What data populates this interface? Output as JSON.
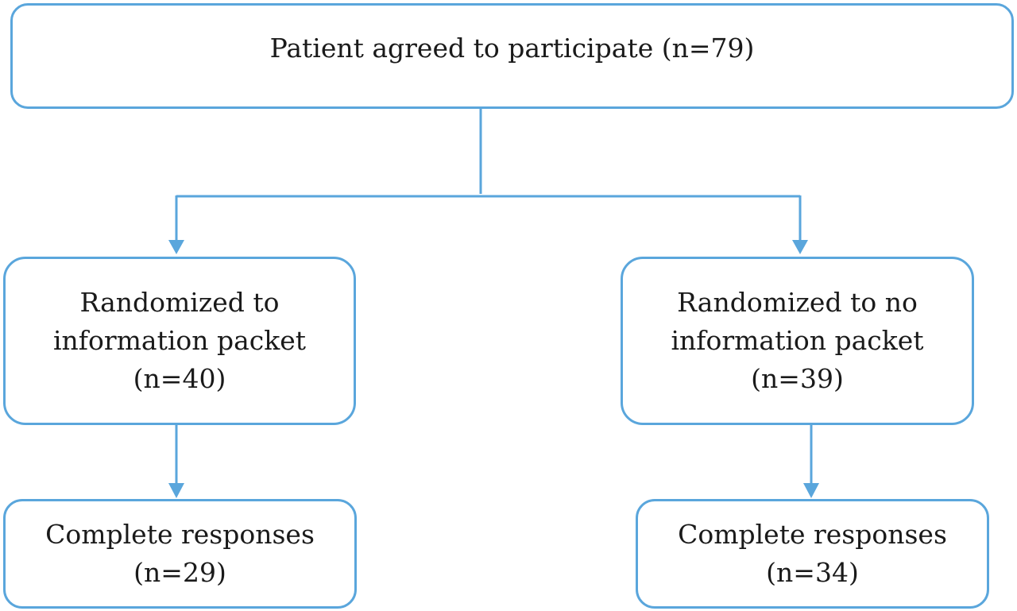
{
  "nodes": {
    "top": {
      "lines": [
        "Patient agreed to participate (n=79)"
      ]
    },
    "left": {
      "lines": [
        "Randomized to",
        "information packet",
        "(n=40)"
      ]
    },
    "right": {
      "lines": [
        "Randomized to no",
        "information packet",
        "(n=39)"
      ]
    },
    "bottom_left": {
      "lines": [
        "Complete responses",
        "(n=29)"
      ]
    },
    "bottom_right": {
      "lines": [
        "Complete responses",
        "(n=34)"
      ]
    }
  },
  "colors": {
    "line": "#5aa6dc",
    "text": "#1a1a1a"
  }
}
